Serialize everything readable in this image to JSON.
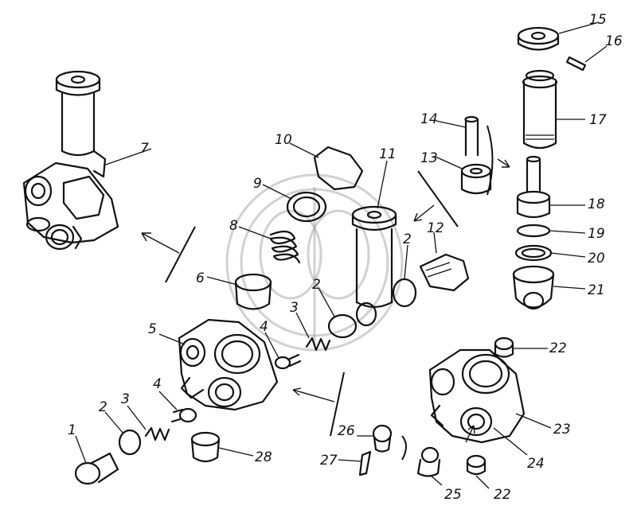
{
  "callouts": [
    {
      "id": "c1",
      "text": "1"
    },
    {
      "id": "c2a",
      "text": "2"
    },
    {
      "id": "c3a",
      "text": "3"
    },
    {
      "id": "c4a",
      "text": "4"
    },
    {
      "id": "c5",
      "text": "5"
    },
    {
      "id": "c6",
      "text": "6"
    },
    {
      "id": "c7",
      "text": "7"
    },
    {
      "id": "c8",
      "text": "8"
    },
    {
      "id": "c9",
      "text": "9"
    },
    {
      "id": "c10",
      "text": "10"
    },
    {
      "id": "c11",
      "text": "11"
    },
    {
      "id": "c2b",
      "text": "2"
    },
    {
      "id": "c2c",
      "text": "2"
    },
    {
      "id": "c3b",
      "text": "3"
    },
    {
      "id": "c4b",
      "text": "4"
    },
    {
      "id": "c12",
      "text": "12"
    },
    {
      "id": "c13",
      "text": "13"
    },
    {
      "id": "c14",
      "text": "14"
    },
    {
      "id": "c15",
      "text": "15"
    },
    {
      "id": "c16",
      "text": "16"
    },
    {
      "id": "c17",
      "text": "17"
    },
    {
      "id": "c18",
      "text": "18"
    },
    {
      "id": "c19",
      "text": "19"
    },
    {
      "id": "c20",
      "text": "20"
    },
    {
      "id": "c21",
      "text": "21"
    },
    {
      "id": "c22a",
      "text": "22"
    },
    {
      "id": "c22b",
      "text": "22"
    },
    {
      "id": "c23",
      "text": "23"
    },
    {
      "id": "c24",
      "text": "24"
    },
    {
      "id": "c25",
      "text": "25"
    },
    {
      "id": "c26",
      "text": "26"
    },
    {
      "id": "c27",
      "text": "27"
    },
    {
      "id": "c28",
      "text": "28"
    }
  ]
}
